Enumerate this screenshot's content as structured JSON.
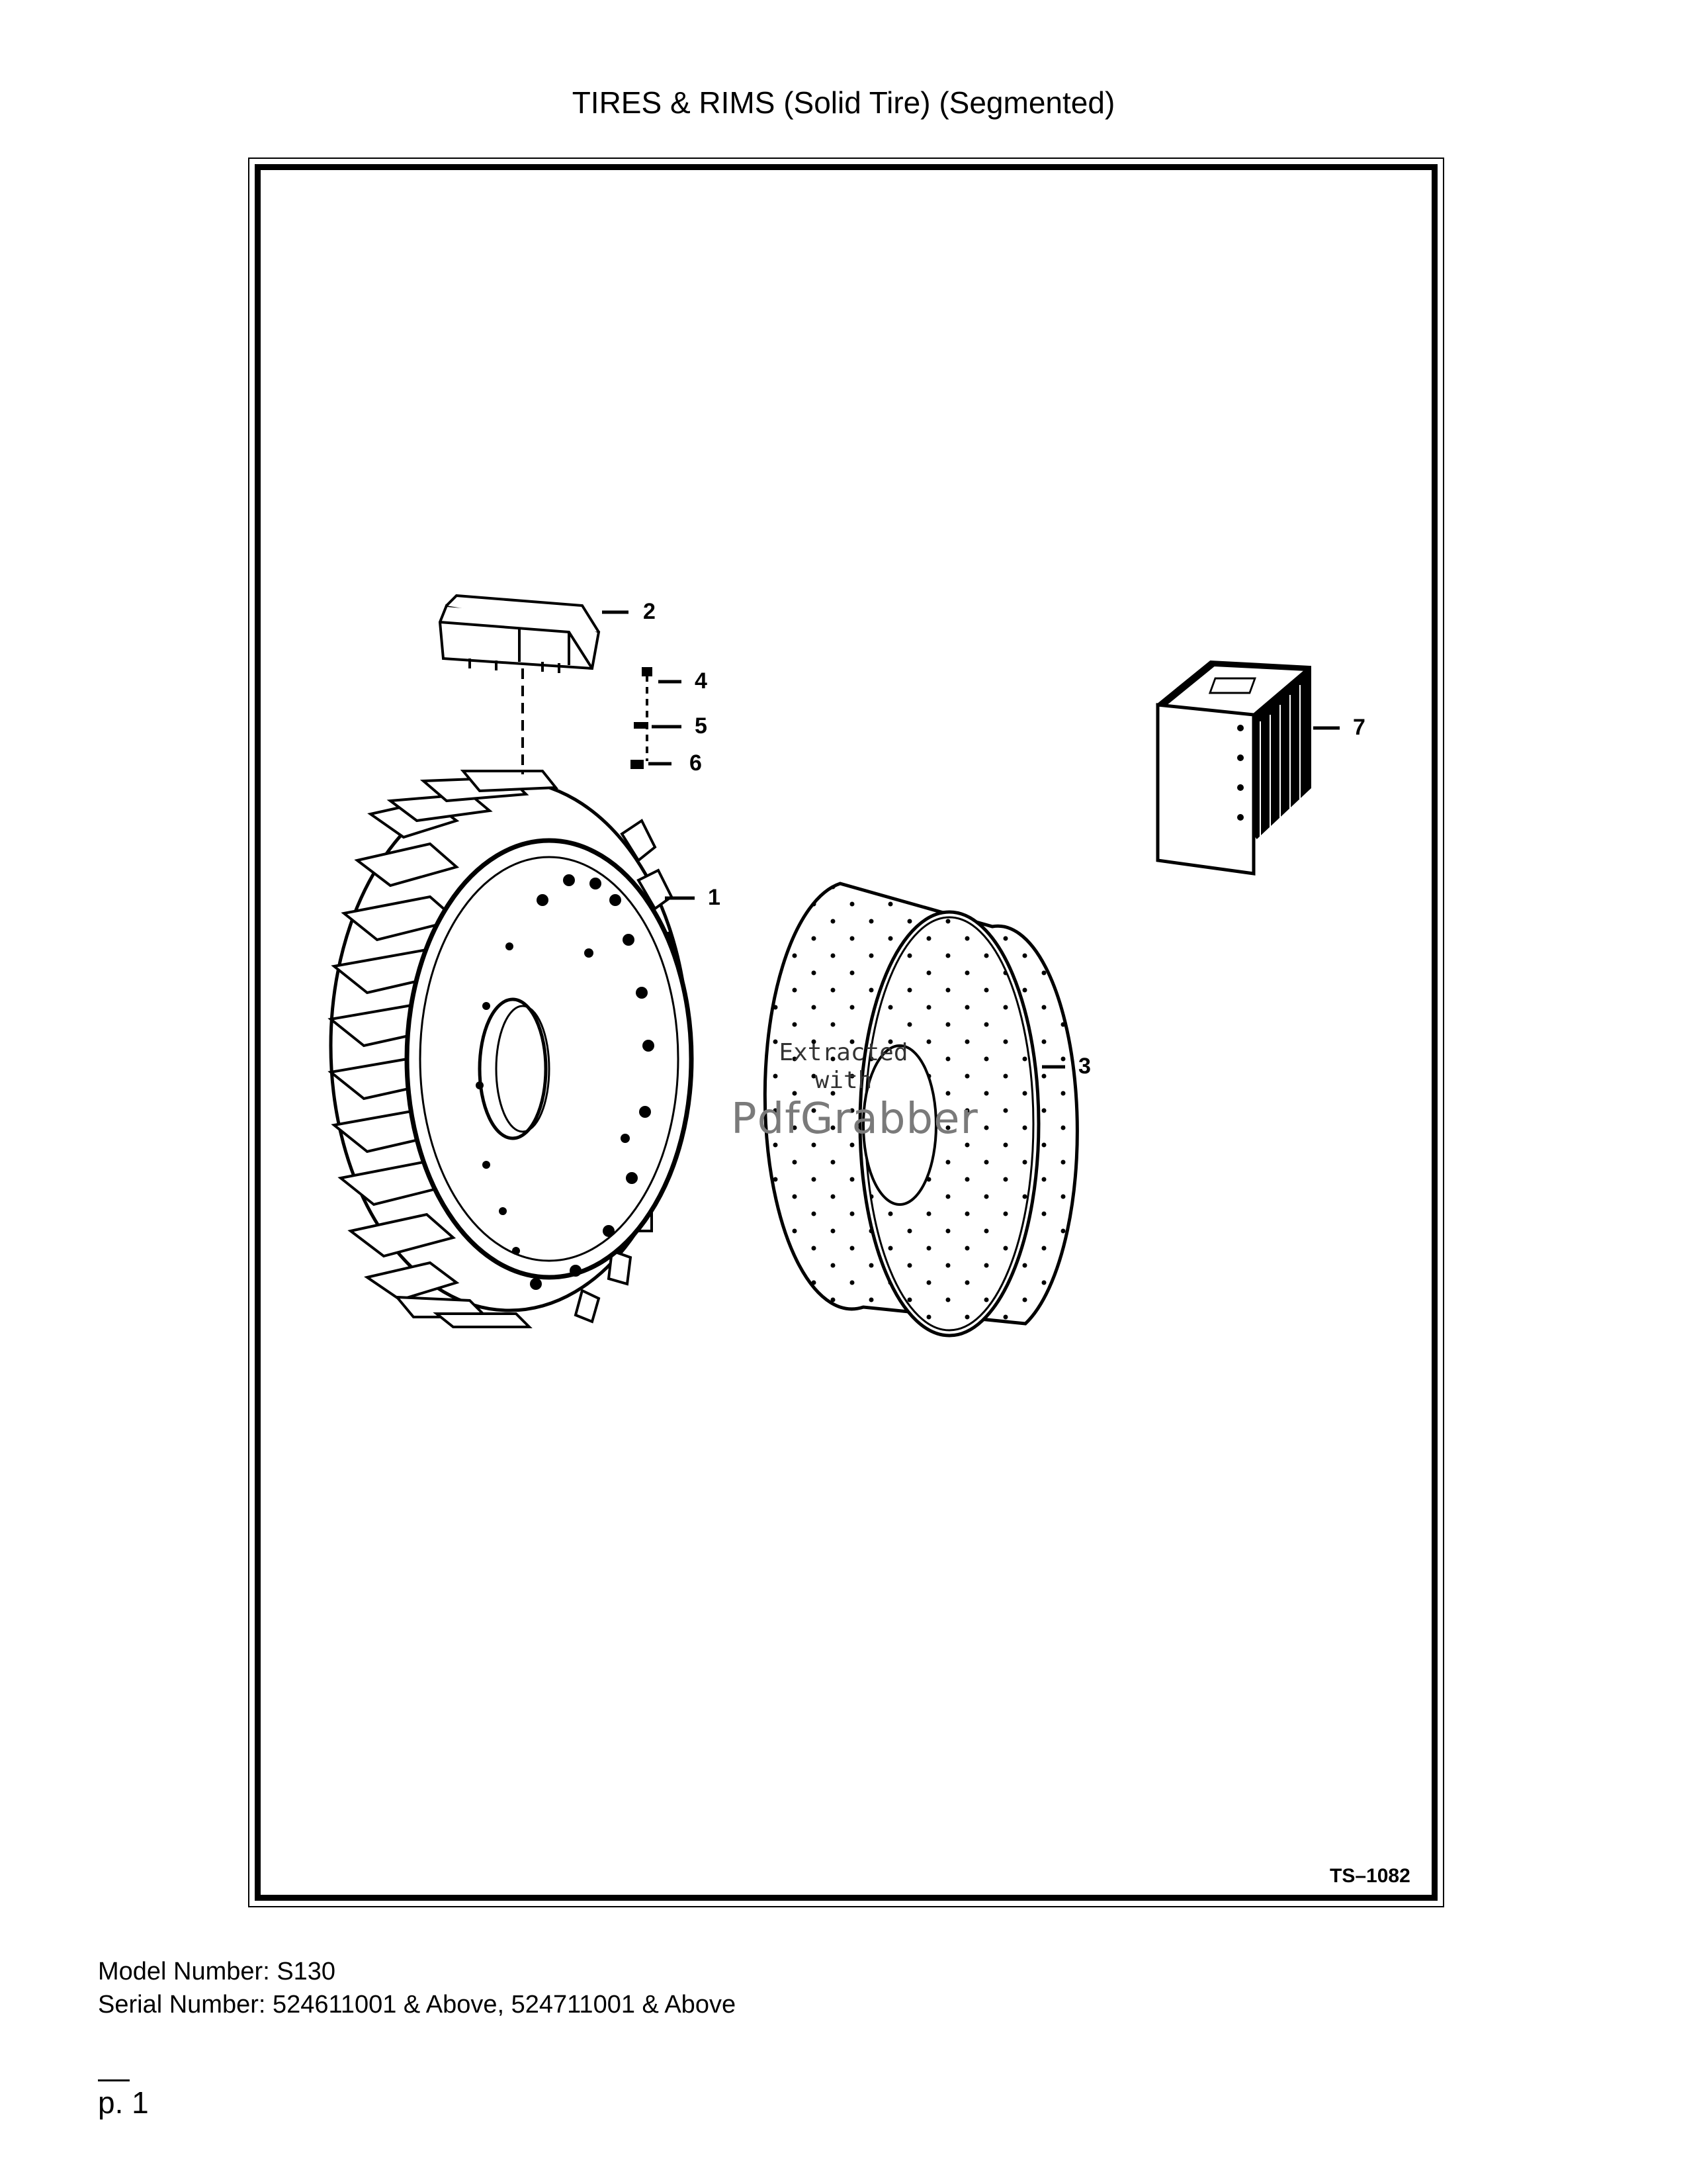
{
  "page_title": "TIRES & RIMS (Solid Tire) (Segmented)",
  "drawing": {
    "code": "TS–1082",
    "callouts": [
      "1",
      "2",
      "3",
      "4",
      "5",
      "6",
      "7"
    ]
  },
  "watermark": {
    "line1": "Extracted",
    "line2": "with",
    "brand": "PdfGrabber"
  },
  "footer": {
    "model": "Model Number: S130",
    "serial": "Serial Number: 524611001 & Above, 524711001 & Above"
  },
  "page_number": "p. 1"
}
